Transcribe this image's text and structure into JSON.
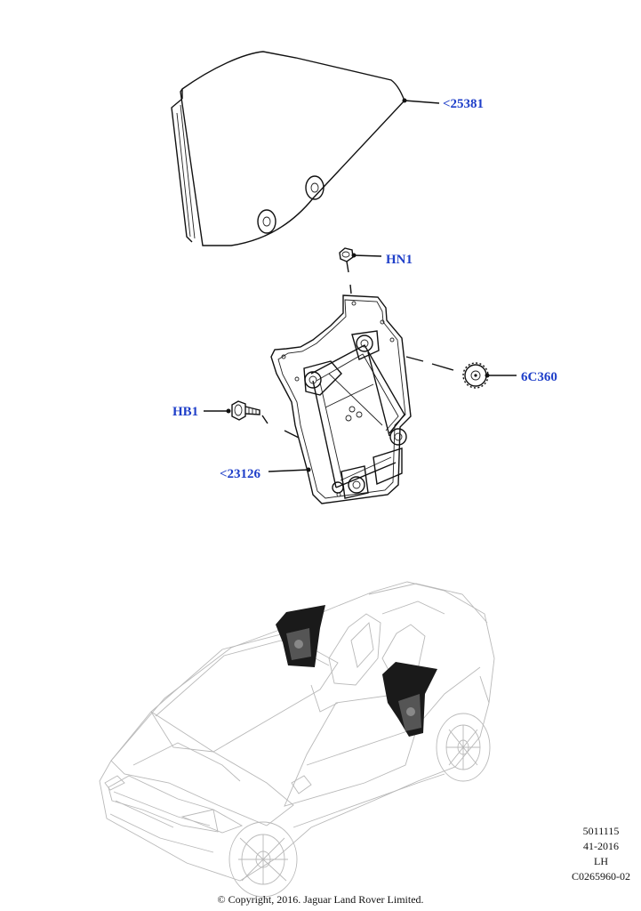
{
  "callouts": {
    "glass": "<25381",
    "nut": "HN1",
    "motor": "6C360",
    "bolt": "HB1",
    "regulator": "<23126"
  },
  "meta": {
    "line1": "5011115",
    "line2": "41-2016",
    "line3": "LH",
    "line4": "C0265960-02"
  },
  "copyright": "© Copyright, 2016. Jaguar Land Rover Limited.",
  "colors": {
    "callout": "#1f3fc9",
    "line": "#111111",
    "car_outline": "#b9b9b9",
    "highlight": "#1a1a1a"
  }
}
